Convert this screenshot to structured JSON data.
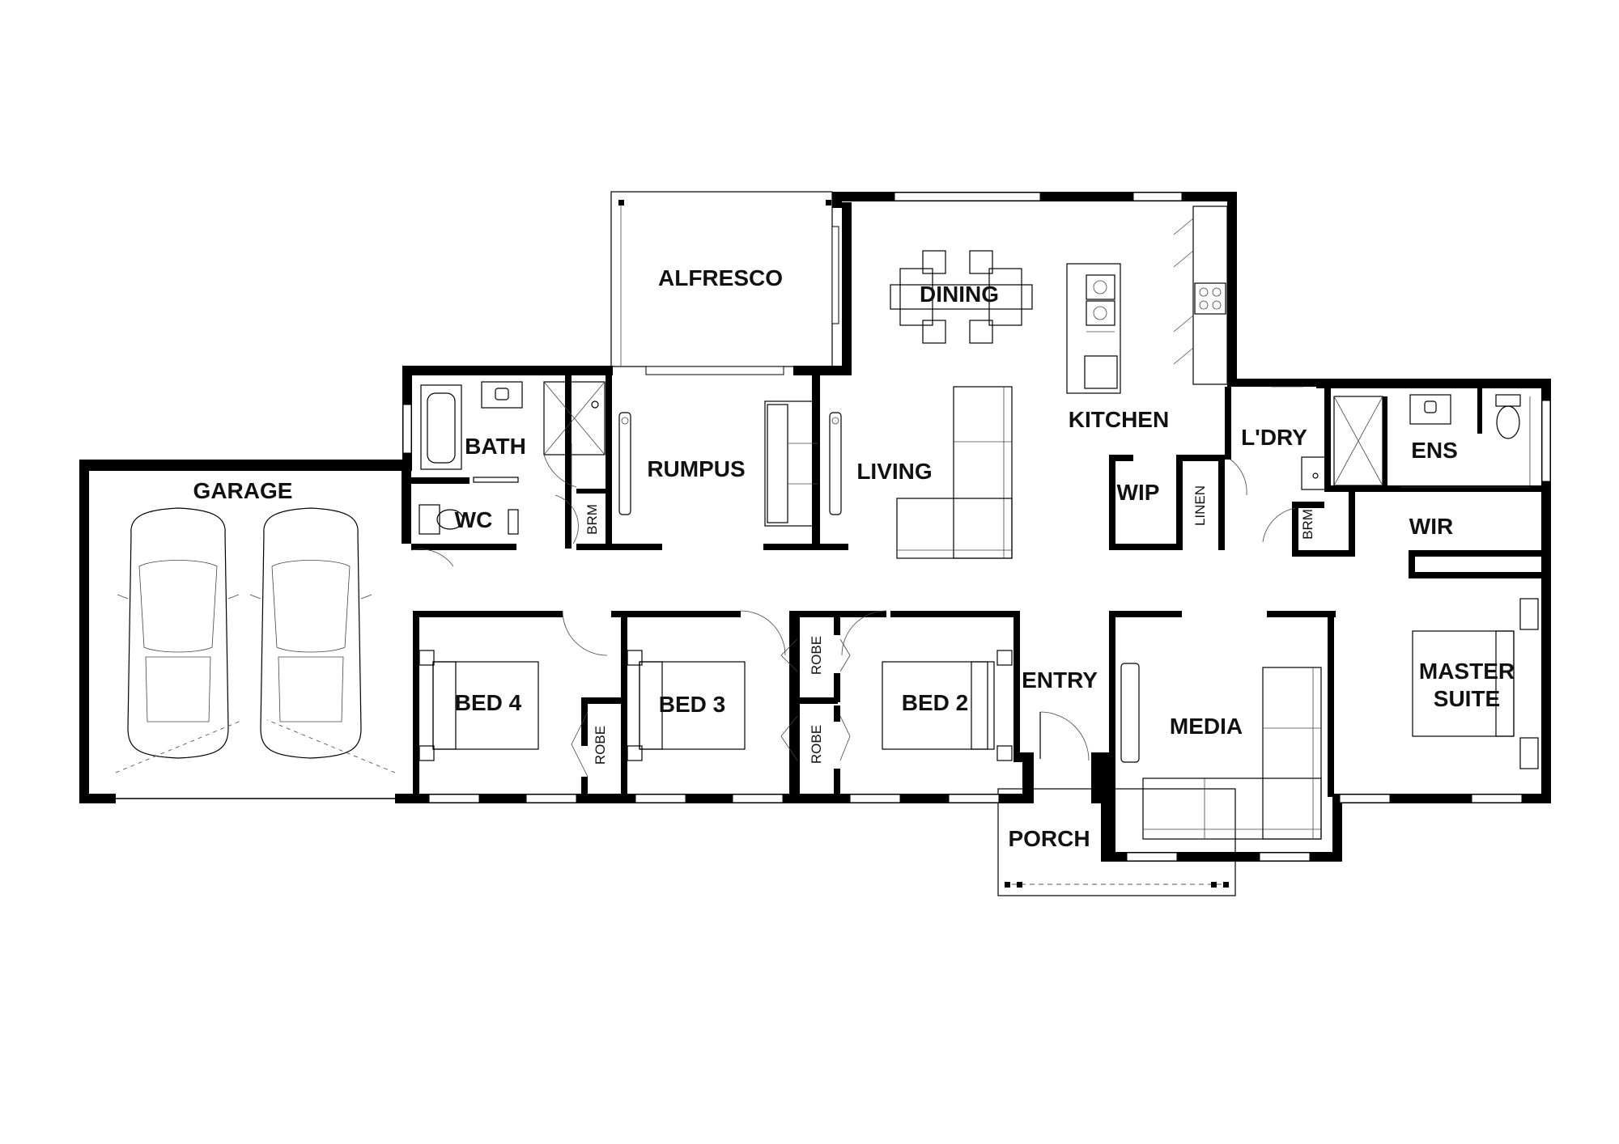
{
  "rooms": {
    "alfresco": "ALFRESCO",
    "dining": "DINING",
    "kitchen": "KITCHEN",
    "bath": "BATH",
    "rumpus": "RUMPUS",
    "living": "LIVING",
    "laundry": "L'DRY",
    "ensuite": "ENS",
    "garage": "GARAGE",
    "wc": "WC",
    "brm_left": "BRM",
    "wip": "WIP",
    "linen": "LINEN",
    "brm_right": "BRM",
    "wir": "WIR",
    "bed4": "BED 4",
    "robe_bed4": "ROBE",
    "bed3": "BED 3",
    "robe_upper": "ROBE",
    "robe_lower": "ROBE",
    "bed2": "BED 2",
    "entry": "ENTRY",
    "media": "MEDIA",
    "master_line1": "MASTER",
    "master_line2": "SUITE",
    "porch": "PORCH"
  }
}
